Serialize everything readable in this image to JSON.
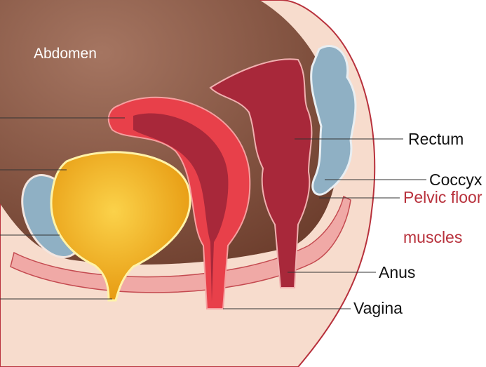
{
  "labels": {
    "abdomen": "Abdomen",
    "rectum": "Rectum",
    "coccyx": "Coccyx",
    "pelvic_floor_line1": "Pelvic floor",
    "pelvic_floor_line2": "muscles",
    "anus": "Anus",
    "vagina": "Vagina"
  },
  "colors": {
    "skin": "#f7dccd",
    "cavity": "#8c5a44",
    "bladder": "#f3b520",
    "uterus": "#e8404a",
    "rectum": "#a8283a",
    "bone": "#8fb0c4",
    "pelvic_floor_label": "#b8313c"
  }
}
